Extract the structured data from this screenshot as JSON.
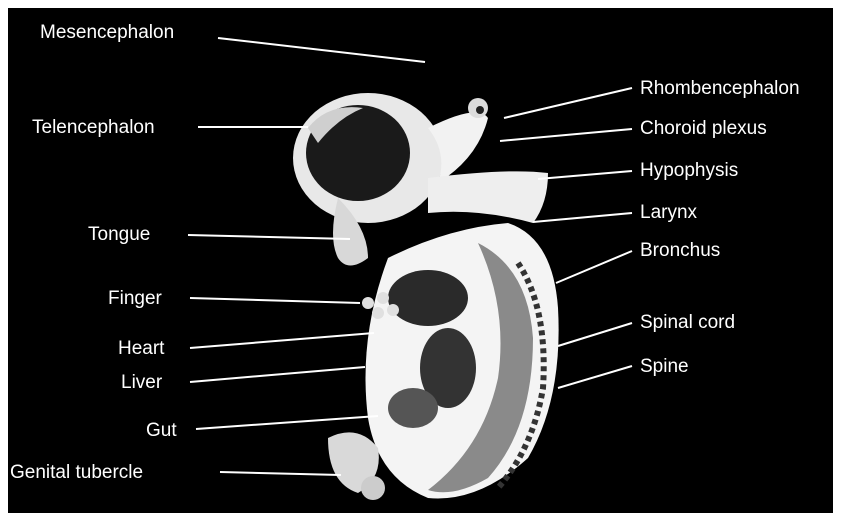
{
  "figure": {
    "background_color": "#000000",
    "label_color": "#ffffff",
    "labels_left": [
      {
        "id": "mesencephalon",
        "text": "Mesencephalon"
      },
      {
        "id": "telencephalon",
        "text": "Telencephalon"
      },
      {
        "id": "tongue",
        "text": "Tongue"
      },
      {
        "id": "finger",
        "text": "Finger"
      },
      {
        "id": "heart",
        "text": "Heart"
      },
      {
        "id": "liver",
        "text": "Liver"
      },
      {
        "id": "gut",
        "text": "Gut"
      },
      {
        "id": "genital-tubercle",
        "text": "Genital tubercle"
      }
    ],
    "labels_right": [
      {
        "id": "rhombencephalon",
        "text": "Rhombencephalon"
      },
      {
        "id": "choroid-plexus",
        "text": "Choroid plexus"
      },
      {
        "id": "hypophysis",
        "text": "Hypophysis"
      },
      {
        "id": "larynx",
        "text": "Larynx"
      },
      {
        "id": "bronchus",
        "text": "Bronchus"
      },
      {
        "id": "spinal-cord",
        "text": "Spinal cord"
      },
      {
        "id": "spine",
        "text": "Spine"
      }
    ]
  }
}
